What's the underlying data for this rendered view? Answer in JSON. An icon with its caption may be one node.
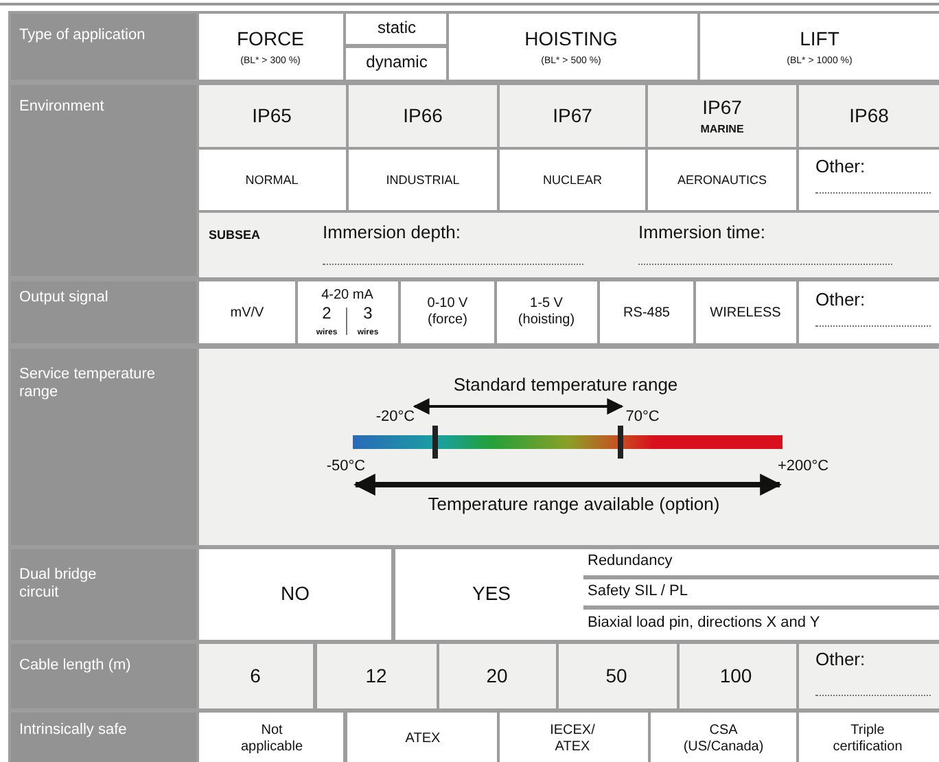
{
  "diagram": {
    "labels": [
      "Type of application",
      "FORCE",
      "(BL* > 300 %)",
      "static",
      "dynamic",
      "HOISTING",
      "(BL* > 500 %)",
      "LIFT",
      "(BL* > 1000 %)",
      "Environment",
      "IP65",
      "IP66",
      "IP67",
      "IP67",
      "MARINE",
      "IP68",
      "NORMAL",
      "INDUSTRIAL",
      "NUCLEAR",
      "AERONAUTICS",
      "Other:",
      "SUBSEA",
      "Immersion depth:",
      "Immersion time:",
      "Output signal",
      "mV/V",
      "4-20 mA",
      "2",
      "wires",
      "3",
      "wires",
      "0-10 V (force)",
      "1-5 V (hoisting)",
      "RS-485",
      "WIRELESS",
      "Other:",
      "Service temperature range",
      "Standard temperature range",
      "-20°C",
      "70°C",
      "-50°C",
      "+200°C",
      "Temperature range available (option)",
      "Dual bridge circuit",
      "NO",
      "YES",
      "Redundancy",
      "Safety SIL / PL",
      "Biaxial load pin, directions X and Y",
      "Cable length (m)",
      "6",
      "12",
      "20",
      "50",
      "100",
      "Other:",
      "Intrinsically safe",
      "Not applicable",
      "ATEX",
      "IECEX/ ATEX",
      "CSA (US/Canada)",
      "Triple certification"
    ]
  }
}
